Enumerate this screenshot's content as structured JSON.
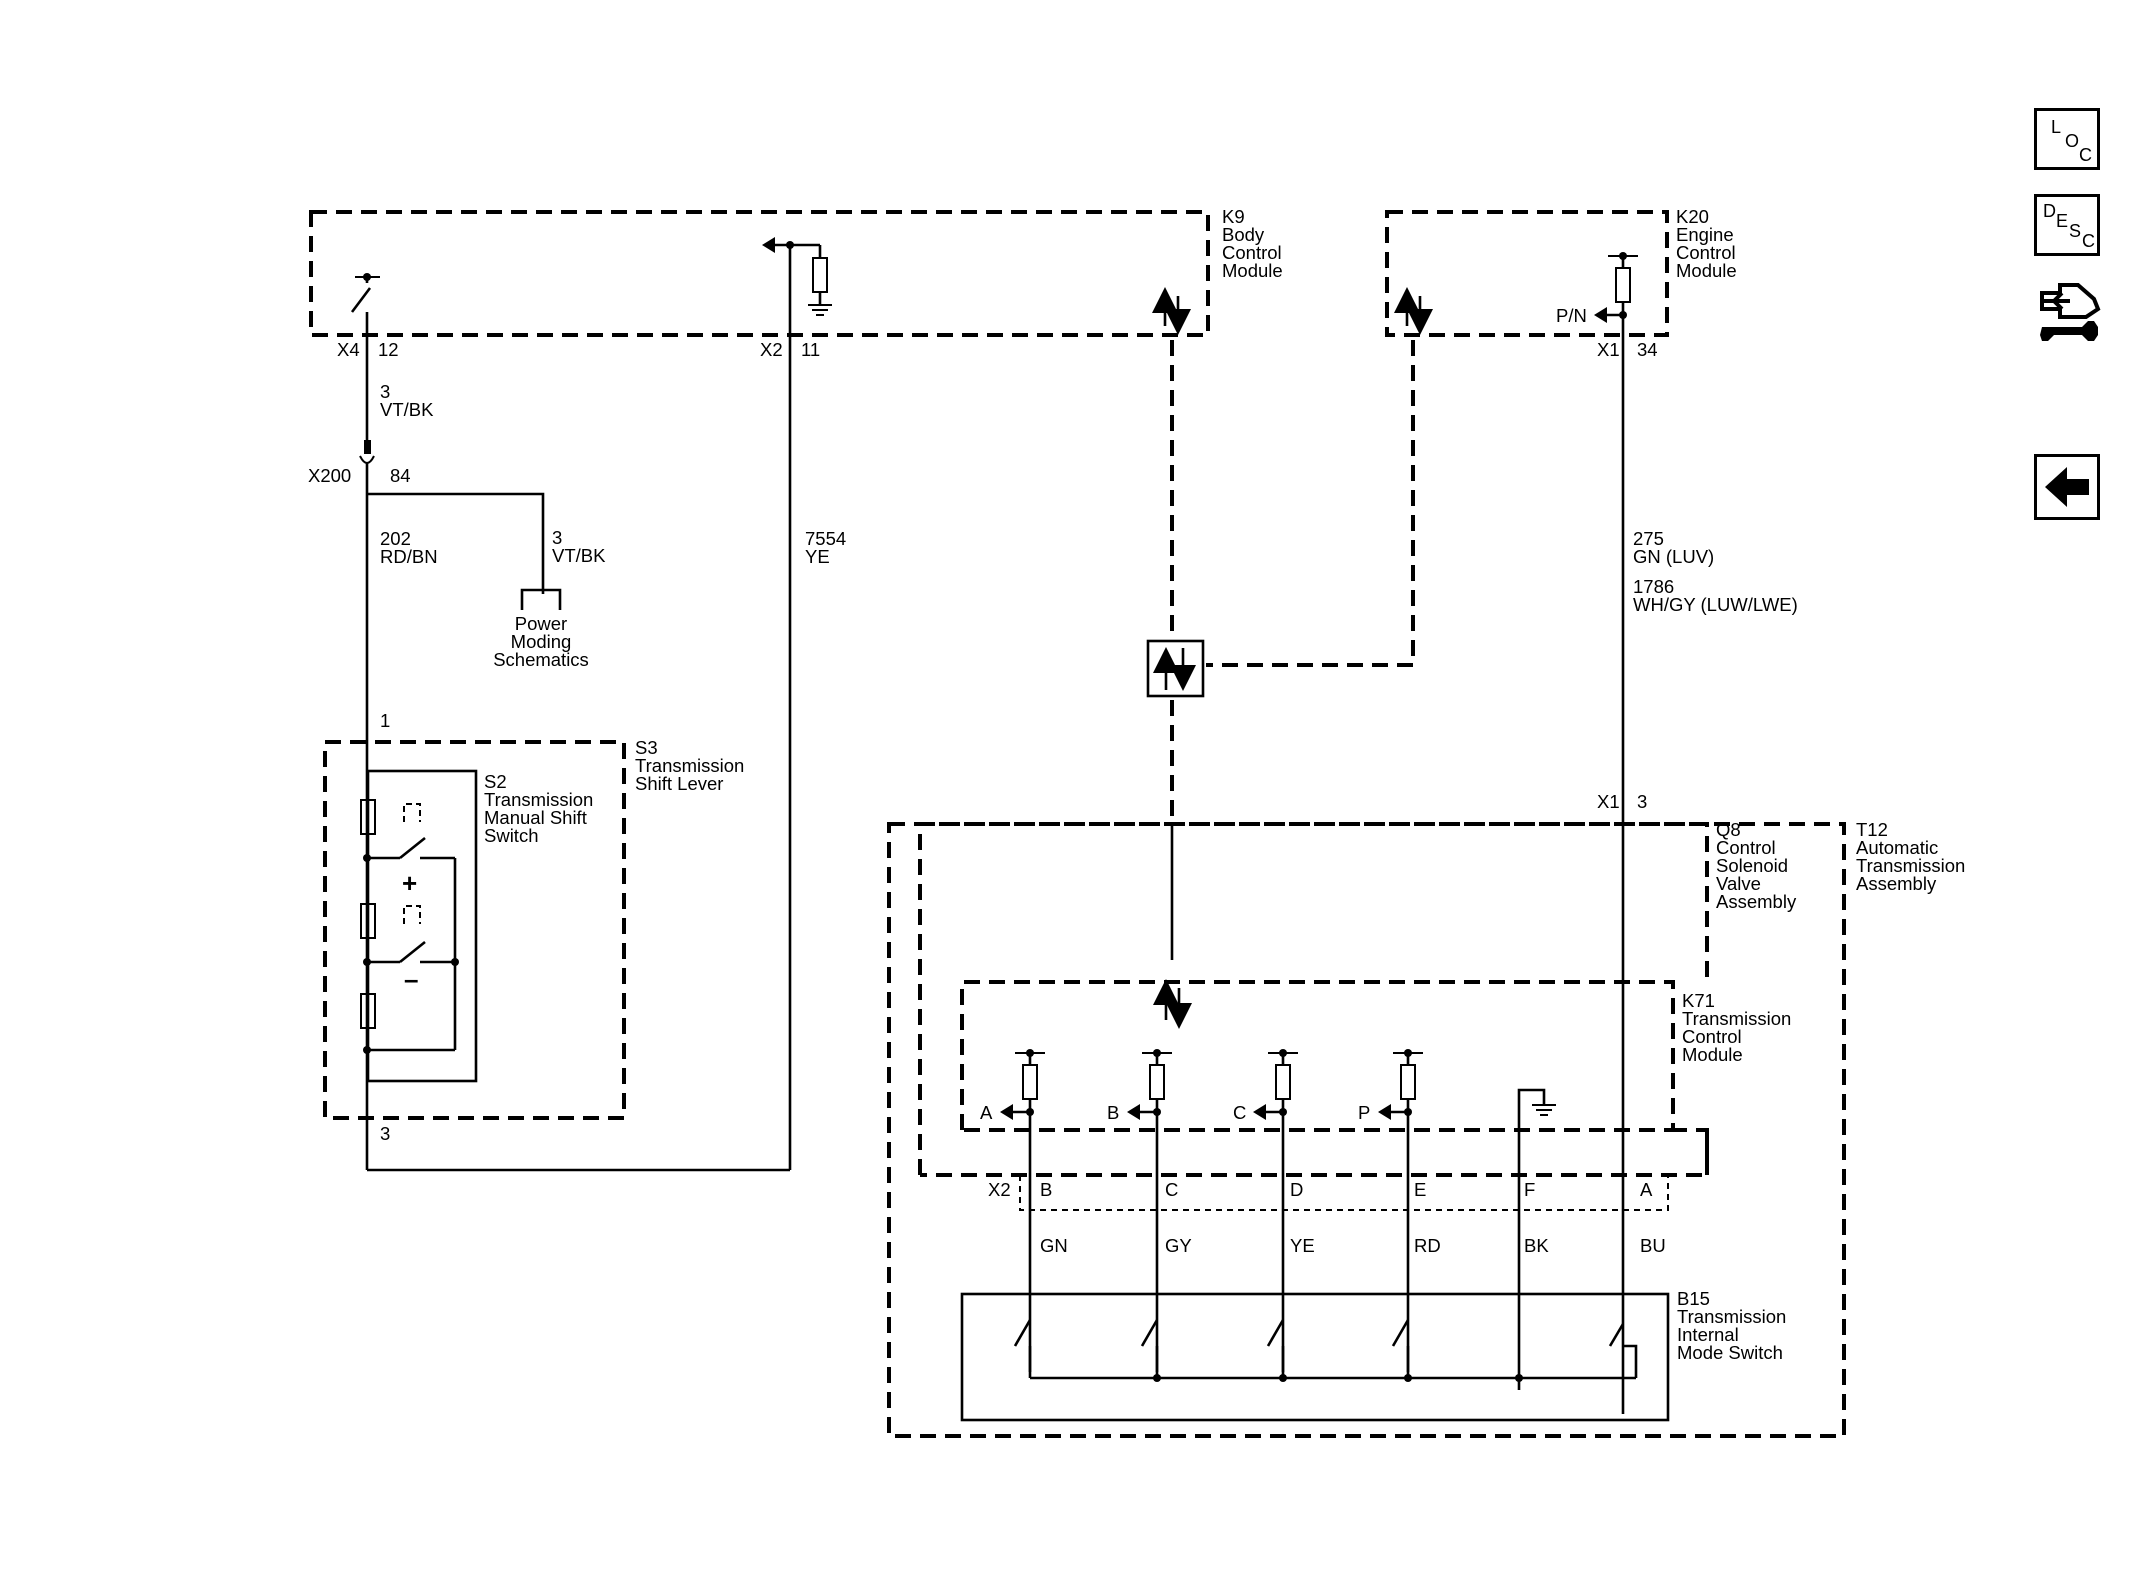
{
  "modules": {
    "k9": {
      "ref": "K9",
      "line1": "Body",
      "line2": "Control",
      "line3": "Module"
    },
    "k20": {
      "ref": "K20",
      "line1": "Engine",
      "line2": "Control",
      "line3": "Module"
    },
    "s3": {
      "ref": "S3",
      "line1": "Transmission",
      "line2": "Shift Lever"
    },
    "s2": {
      "ref": "S2",
      "line1": "Transmission",
      "line2": "Manual Shift",
      "line3": "Switch"
    },
    "q8": {
      "ref": "Q8",
      "line1": "Control",
      "line2": "Solenoid",
      "line3": "Valve",
      "line4": "Assembly"
    },
    "t12": {
      "ref": "T12",
      "line1": "Automatic",
      "line2": "Transmission",
      "line3": "Assembly"
    },
    "k71": {
      "ref": "K71",
      "line1": "Transmission",
      "line2": "Control",
      "line3": "Module"
    },
    "b15": {
      "ref": "B15",
      "line1": "Transmission",
      "line2": "Internal",
      "line3": "Mode Switch"
    }
  },
  "connectors": {
    "x4": "X4",
    "x4_pin": "12",
    "x2_k9": "X2",
    "x2_k9_pin": "11",
    "x1_k20": "X1",
    "x1_k20_pin": "34",
    "x200": "X200",
    "x200_pin": "84",
    "s3_pin_top": "1",
    "s3_pin_bottom": "3",
    "x1_t12": "X1",
    "x1_t12_pin": "3",
    "x2_t12": "X2",
    "pins_b15": [
      "B",
      "C",
      "D",
      "E",
      "F",
      "A"
    ]
  },
  "wires": {
    "w1_circuit": "3",
    "w1_color": "VT/BK",
    "w2_circuit": "202",
    "w2_color": "RD/BN",
    "w3_circuit": "3",
    "w3_color": "VT/BK",
    "w4_circuit": "7554",
    "w4_color": "YE",
    "w5_circuit": "275",
    "w5_color": "GN  (LUV)",
    "w6_circuit": "1786",
    "w6_color": "WH/GY  (LUW/LWE)",
    "b15_colors": [
      "GN",
      "GY",
      "YE",
      "RD",
      "BK",
      "BU"
    ]
  },
  "signals": {
    "pn": "P/N",
    "a": "A",
    "b": "B",
    "c": "C",
    "p": "P",
    "plus": "+",
    "minus": "–"
  },
  "power_moding": {
    "line1": "Power",
    "line2": "Moding",
    "line3": "Schematics"
  },
  "nav": {
    "loc": [
      "L",
      "O",
      "C"
    ],
    "desc": [
      "D",
      "E",
      "S",
      "C"
    ]
  }
}
